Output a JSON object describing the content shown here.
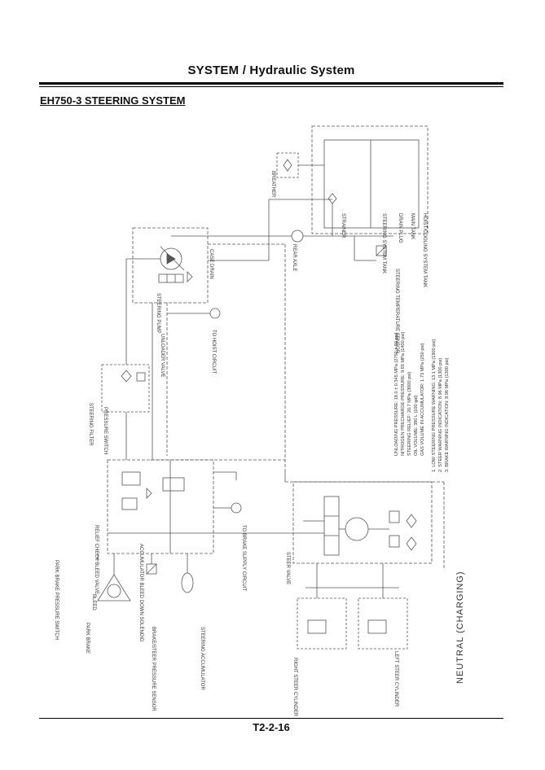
{
  "header": {
    "title": "SYSTEM / Hydraulic System"
  },
  "section": {
    "title": "EH750-3 STEERING SYSTEM"
  },
  "labels": {
    "breather": "BREATHER",
    "drain_plug": "DRAIN PLUG",
    "rear_axle": "REAR AXLE",
    "hoist_cooling_system_tank": "HOIST/COOLING SYSTEM TANK",
    "main_tank": "MAIN TANK",
    "steering_system_tank": "STEERING SYSTEM TANK",
    "strainer": "STRAINER",
    "steering_temp_sensor": "STEERING TEMPERATURE SENSOR",
    "steering_pump": "STEERING PUMP",
    "case_drain": "CASE DRAIN",
    "unloader_valve": "UNLOADER VALVE",
    "to_hoist_circuit": "TO HOIST CIRCUIT",
    "steering_filter": "STEERING FILTER",
    "pressure_switch": "PRESSURE SWITCH",
    "relief_check_bleed_valve": "RELIEF CHECK BLEED VALVE",
    "accumulator_solenoid": "ACCUMULATOR BLEED DOWN SOLENOID",
    "park_brake_pressure_switch": "PARK BRAKE PRESSURE SWITCH",
    "park_brake": "PARK BRAKE",
    "bleed": "BLEED",
    "brake_steer_pressure_sensor": "BRAKE/STEER PRESSURE SENSOR",
    "steering_accumulator": "STEERING ACCUMULATOR",
    "to_brake_supply_circuit": "TO BRAKE SUPPLY CIRCUIT",
    "steer_valve": "STEER VALVE",
    "right_steer_cylinder": "RIGHT STEER CYLINDER",
    "left_steer_cylinder": "LEFT STEER CYLINDER",
    "neutral_charging": "NEUTRAL (CHARGING)"
  },
  "spec_notes": [
    "UNLOADING PRESSURE: 18.0 ± 0.345 MPa (2750 ± 50 psi)",
    "NITROGEN PRECHARGE PRESSURE: 9.65 MPa (1400 psi)",
    "STEERING RELIEF: 20.7 MPa (3000 psi)",
    "OIL VOLUME: 380 L (100 gal)",
    "GAS VOLUME IN ACCUMULATOR: 1.73 MPa (250 psi)",
    "1. LOW STEERING PRESSURE WARNING: 13.1 MPa (1900 psi)",
    "2. STEER WARNING INDICATION: 8.96 MPa (1300 psi)",
    "3. BRAKE WARNING INDICATION: 8.96 MPa (1300 psi)"
  ],
  "footer": {
    "page_number": "T2-2-16"
  }
}
